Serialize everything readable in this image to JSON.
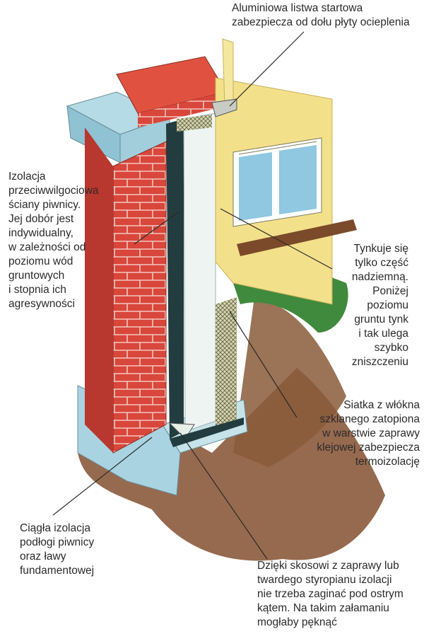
{
  "labels": {
    "aluminium_strip": "Aluminiowa listwa startowa\nzabezpiecza od dołu płyty ocieplenia",
    "basement_insulation": "Izolacja\nprzeciwwilgociowa\nściany piwnicy.\nJej dobór jest\nindywidualny,\nw zależności od\npoziomu wód\ngruntowych\ni stopnia ich\nagresywności",
    "plaster": "Tynkuje się\ntylko część\nnadziemną.\nPoniżej\npoziomu\ngruntu tynk\ni tak ulega\nszybko\nzniszczeniu",
    "fiberglass_mesh": "Siatka z włókna\nszklanego zatopiona\nw warstwie zaprawy\nklejowej zabezpiecza\ntermoizolację",
    "floor_insulation": "Ciągła izolacja\npodłogi piwnicy\noraz ławy\nfundamentowej",
    "chamfer": "Dzięki skosowi z zaprawy lub\ntwardego styropianu izolacji\nnie trzeba zaginać pod ostrym\nkątem. Na takim załamaniu\nmogłaby pęknąć"
  },
  "colors": {
    "brick": "#d8453a",
    "facade": "#f3e08a",
    "concrete": "#a9d3e0",
    "insulation": "#233c3f",
    "polystyrene": "#eef4f2",
    "soil": "#8b5a3c",
    "grass": "#3f8a3c",
    "window_sill": "#7a4a2a"
  }
}
